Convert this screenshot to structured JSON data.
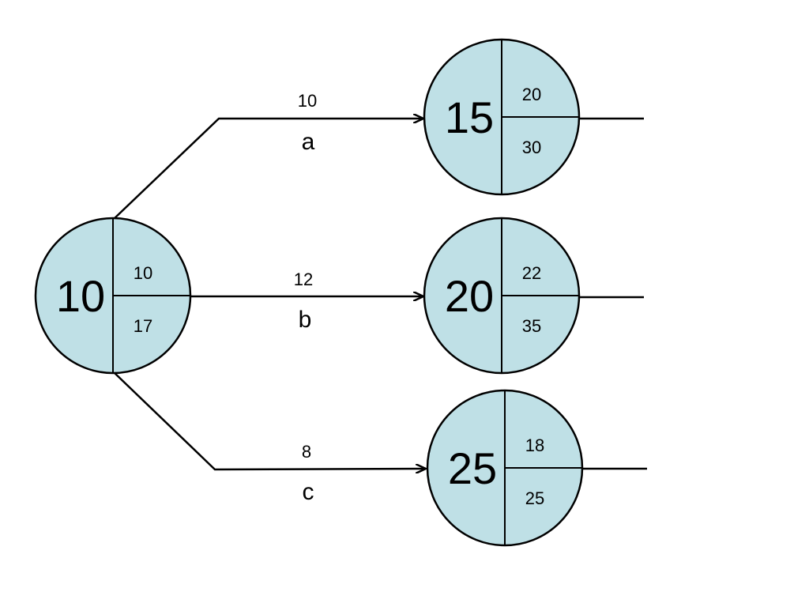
{
  "colors": {
    "node_fill": "#bfe0e6",
    "line": "#000000",
    "background": "#ffffff"
  },
  "nodes": {
    "start": {
      "id": "10",
      "top": "10",
      "bottom": "17"
    },
    "n1": {
      "id": "15",
      "top": "20",
      "bottom": "30"
    },
    "n2": {
      "id": "20",
      "top": "22",
      "bottom": "35"
    },
    "n3": {
      "id": "25",
      "top": "18",
      "bottom": "25"
    }
  },
  "edges": {
    "a": {
      "duration": "10",
      "activity": "a"
    },
    "b": {
      "duration": "12",
      "activity": "b"
    },
    "c": {
      "duration": "8",
      "activity": "c"
    }
  }
}
